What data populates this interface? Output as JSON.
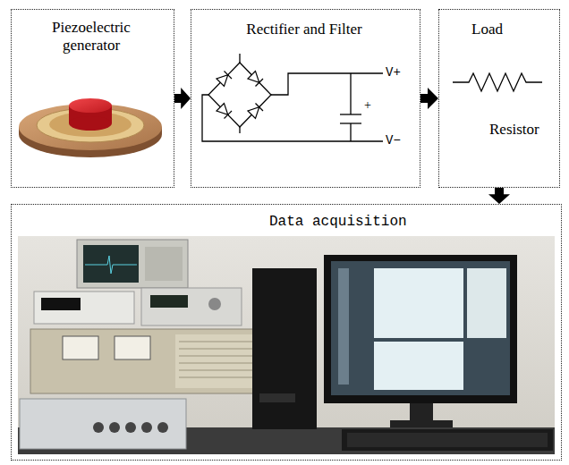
{
  "diagram": {
    "nodes": [
      {
        "text": [
          "Piezoelectric generator"
        ]
      },
      {
        "text": [
          "Rectifier and Filter"
        ]
      },
      {
        "text": [
          "Load",
          "Resistor"
        ]
      },
      {
        "text": [
          "Data acquisition"
        ]
      }
    ],
    "edges": [
      {
        "from": 0,
        "to": 1,
        "arrow": "to"
      },
      {
        "from": 1,
        "to": 2,
        "arrow": "to"
      },
      {
        "from": 2,
        "to": 3,
        "arrow": "to"
      }
    ],
    "labels": [
      "V+",
      "V−",
      "+"
    ]
  }
}
